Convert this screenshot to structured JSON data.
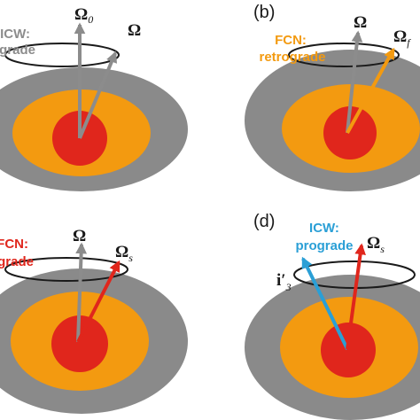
{
  "colors": {
    "mantle": "#8a8a8a",
    "outer_core": "#f39a10",
    "inner_core": "#e0261c",
    "gray_arrow": "#8c8c8c",
    "orange_arrow": "#f39a10",
    "red_arrow": "#e0261c",
    "blue_arrow": "#2a9fd6",
    "text_gray": "#8c8c8c",
    "text_orange": "#f39a10",
    "text_red": "#e0261c",
    "text_blue": "#2a9fd6"
  },
  "panels": {
    "a": {
      "letter": "",
      "mode_line1": "ICW:",
      "mode_line2": "prograde",
      "axis_symbol": "Ω",
      "axis_sub": "0",
      "tilted_symbol": "Ω",
      "tilted_sub": ""
    },
    "b": {
      "letter": "(b)",
      "mode_line1": "FCN:",
      "mode_line2": "retrograde",
      "axis_symbol": "Ω",
      "axis_sub": "",
      "tilted_symbol": "Ω",
      "tilted_sub": "f"
    },
    "c": {
      "letter": "",
      "mode_line1": "FCN:",
      "mode_line2": "prograde",
      "axis_symbol": "Ω",
      "axis_sub": "",
      "tilted_symbol": "Ω",
      "tilted_sub": "s"
    },
    "d": {
      "letter": "(d)",
      "mode_line1": "ICW:",
      "mode_line2": "prograde",
      "axis_symbol": "i′",
      "axis_sub": "3",
      "tilted_symbol": "Ω",
      "tilted_sub": "s"
    }
  }
}
